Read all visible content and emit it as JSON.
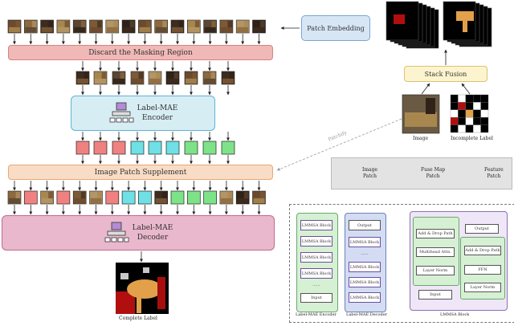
{
  "labels": {
    "patch_embedding": "Patch Embedding",
    "discard": "Discard the Masking Region",
    "encoder_l1": "Label-MAE",
    "encoder_l2": "Encoder",
    "supplement": "Image Patch Supplement",
    "decoder_l1": "Label-MAE",
    "decoder_l2": "Decoder",
    "complete_label": "Complete Label",
    "stack_fusion": "Stack Fusion",
    "image": "Image",
    "incomplete_label": "Incomplete Label",
    "patchify": "Patchify"
  },
  "legend": {
    "image_patch": [
      "Image",
      "Patch"
    ],
    "fuse_map_patch": [
      "Fuse Map",
      "Patch"
    ],
    "feature_patch": [
      "Feature",
      "Patch"
    ]
  },
  "detail": {
    "encoder_title": "Label-MAE Encoder",
    "decoder_title": "Label-MAE Decoder",
    "block_title": "LMMSA Block",
    "encoder_blocks": [
      "LMMSA Block",
      "LMMSA Block",
      "LMMSA Block",
      "LMMSA Block"
    ],
    "encoder_dots": "......",
    "encoder_input": "Input",
    "decoder_output": "Output",
    "decoder_block_top": "LMMSA Block",
    "decoder_dots": "......",
    "decoder_blocks": [
      "LMMSA Block",
      "LMMSA Block",
      "LMMSA Block"
    ],
    "block_output": "Output",
    "block_add_drop_1": "Add & Drop Path",
    "block_mha": "Multihead Attn.",
    "block_ln_1": "Layer Norm",
    "block_add_drop_2": "Add & Drop Path",
    "block_ffn": "FFN",
    "block_ln_2": "Layer Norm",
    "block_input": "Input"
  },
  "colors": {
    "discard_fill": "#f0b9b7",
    "encoder_fill": "#d7edf4",
    "encoder_stroke": "#5fb3d6",
    "supplement_fill": "#f9dcc5",
    "decoder_fill": "#e9b8cc",
    "patch_embed_fill": "#d7e6f5",
    "stack_fill": "#fcf4cf",
    "red_patch": "#f08181",
    "cyan_patch": "#6fe0e5",
    "green_patch": "#7ee288",
    "legend_bg": "#e3e3e3",
    "detail_bg": "#e7def0"
  },
  "icons": [
    "transformer-icon",
    "transformer-icon"
  ]
}
